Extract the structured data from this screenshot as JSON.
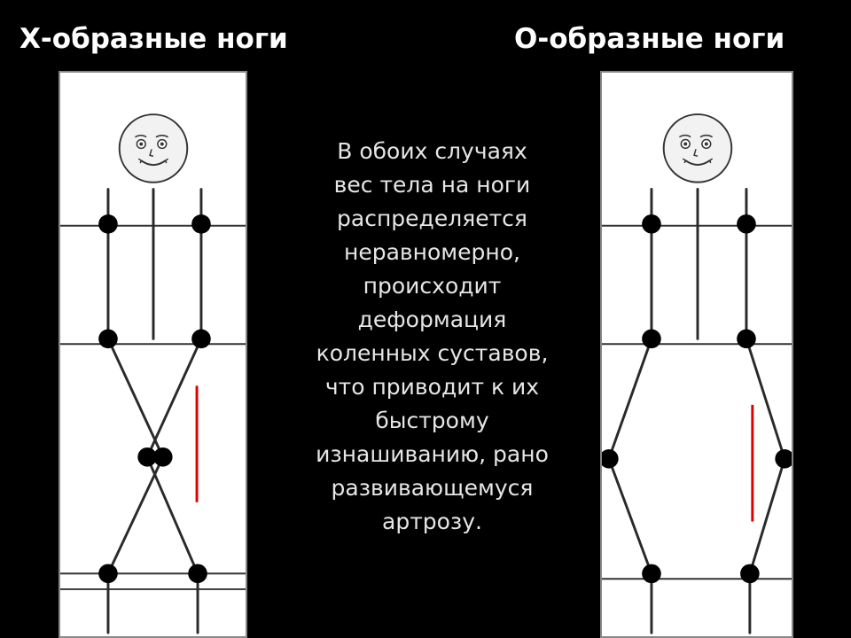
{
  "left_panel": {
    "title": "Х-образные ноги"
  },
  "right_panel": {
    "title": "О-образные ноги"
  },
  "description_lines": [
    "В обоих случаях",
    "вес тела на ноги",
    "распределяется",
    "неравномерно,",
    "происходит",
    "деформация",
    "коленных суставов,",
    "что приводит к их",
    "быстрому",
    "изнашиванию, рано",
    "развивающемуся",
    "артрозу."
  ],
  "colors": {
    "background": "#000000",
    "panel": "#ffffff",
    "line": "#2a2a2a",
    "joint": "#000000",
    "marker": "#dd0000"
  }
}
